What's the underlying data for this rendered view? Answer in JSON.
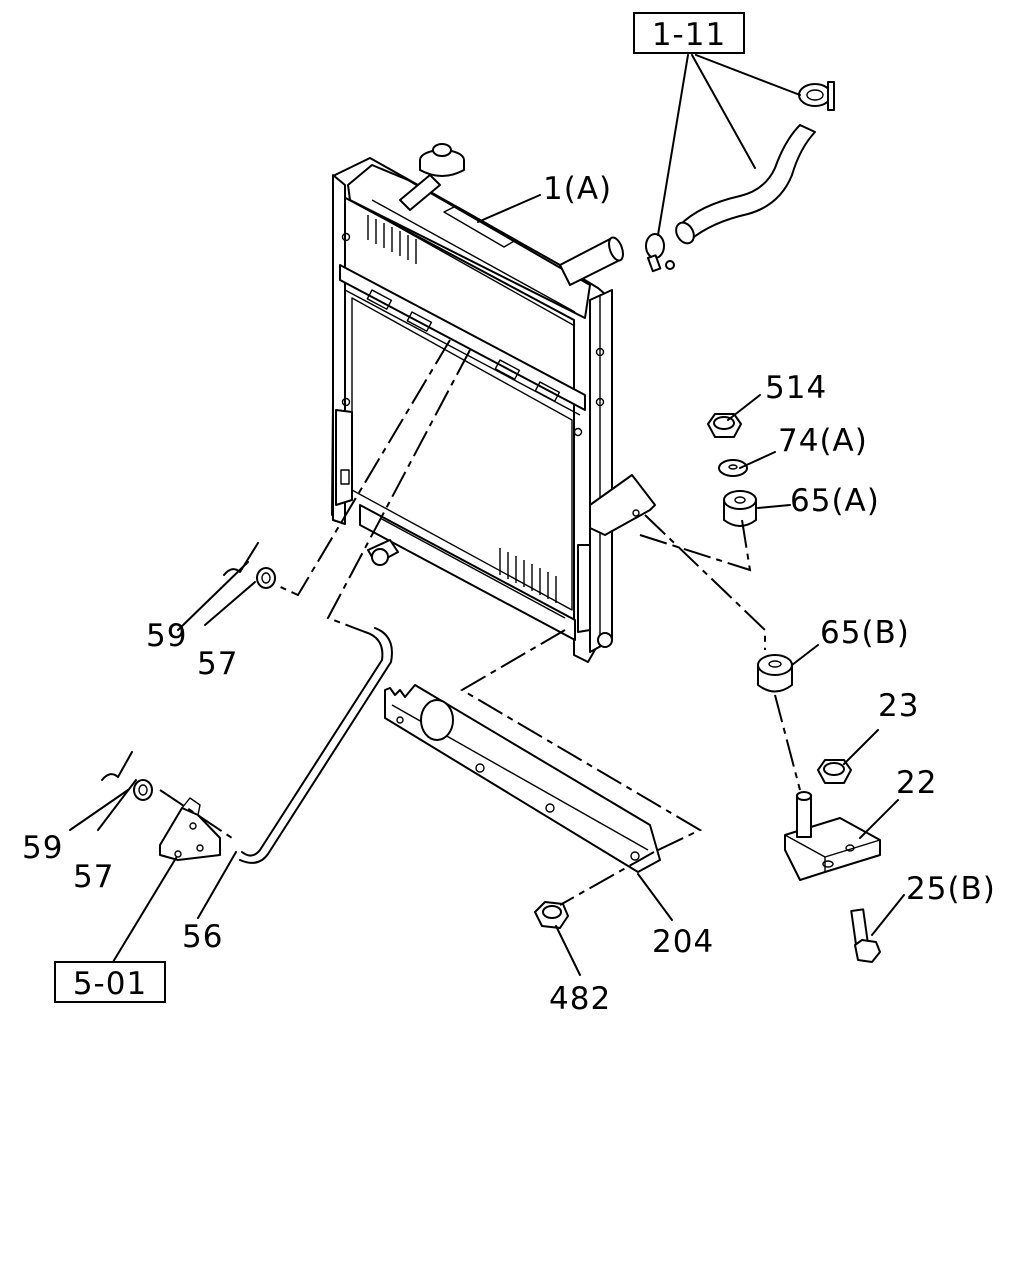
{
  "callouts": {
    "ref_1_11": "1-11",
    "p_1a": "1(A)",
    "p_514": "514",
    "p_74a": "74(A)",
    "p_65a": "65(A)",
    "p_65b": "65(B)",
    "p_23": "23",
    "p_22": "22",
    "p_25b": "25(B)",
    "p_59_upper": "59",
    "p_57_upper": "57",
    "p_59_lower": "59",
    "p_57_lower": "57",
    "p_56": "56",
    "ref_5_01": "5-01",
    "p_204": "204",
    "p_482": "482"
  }
}
